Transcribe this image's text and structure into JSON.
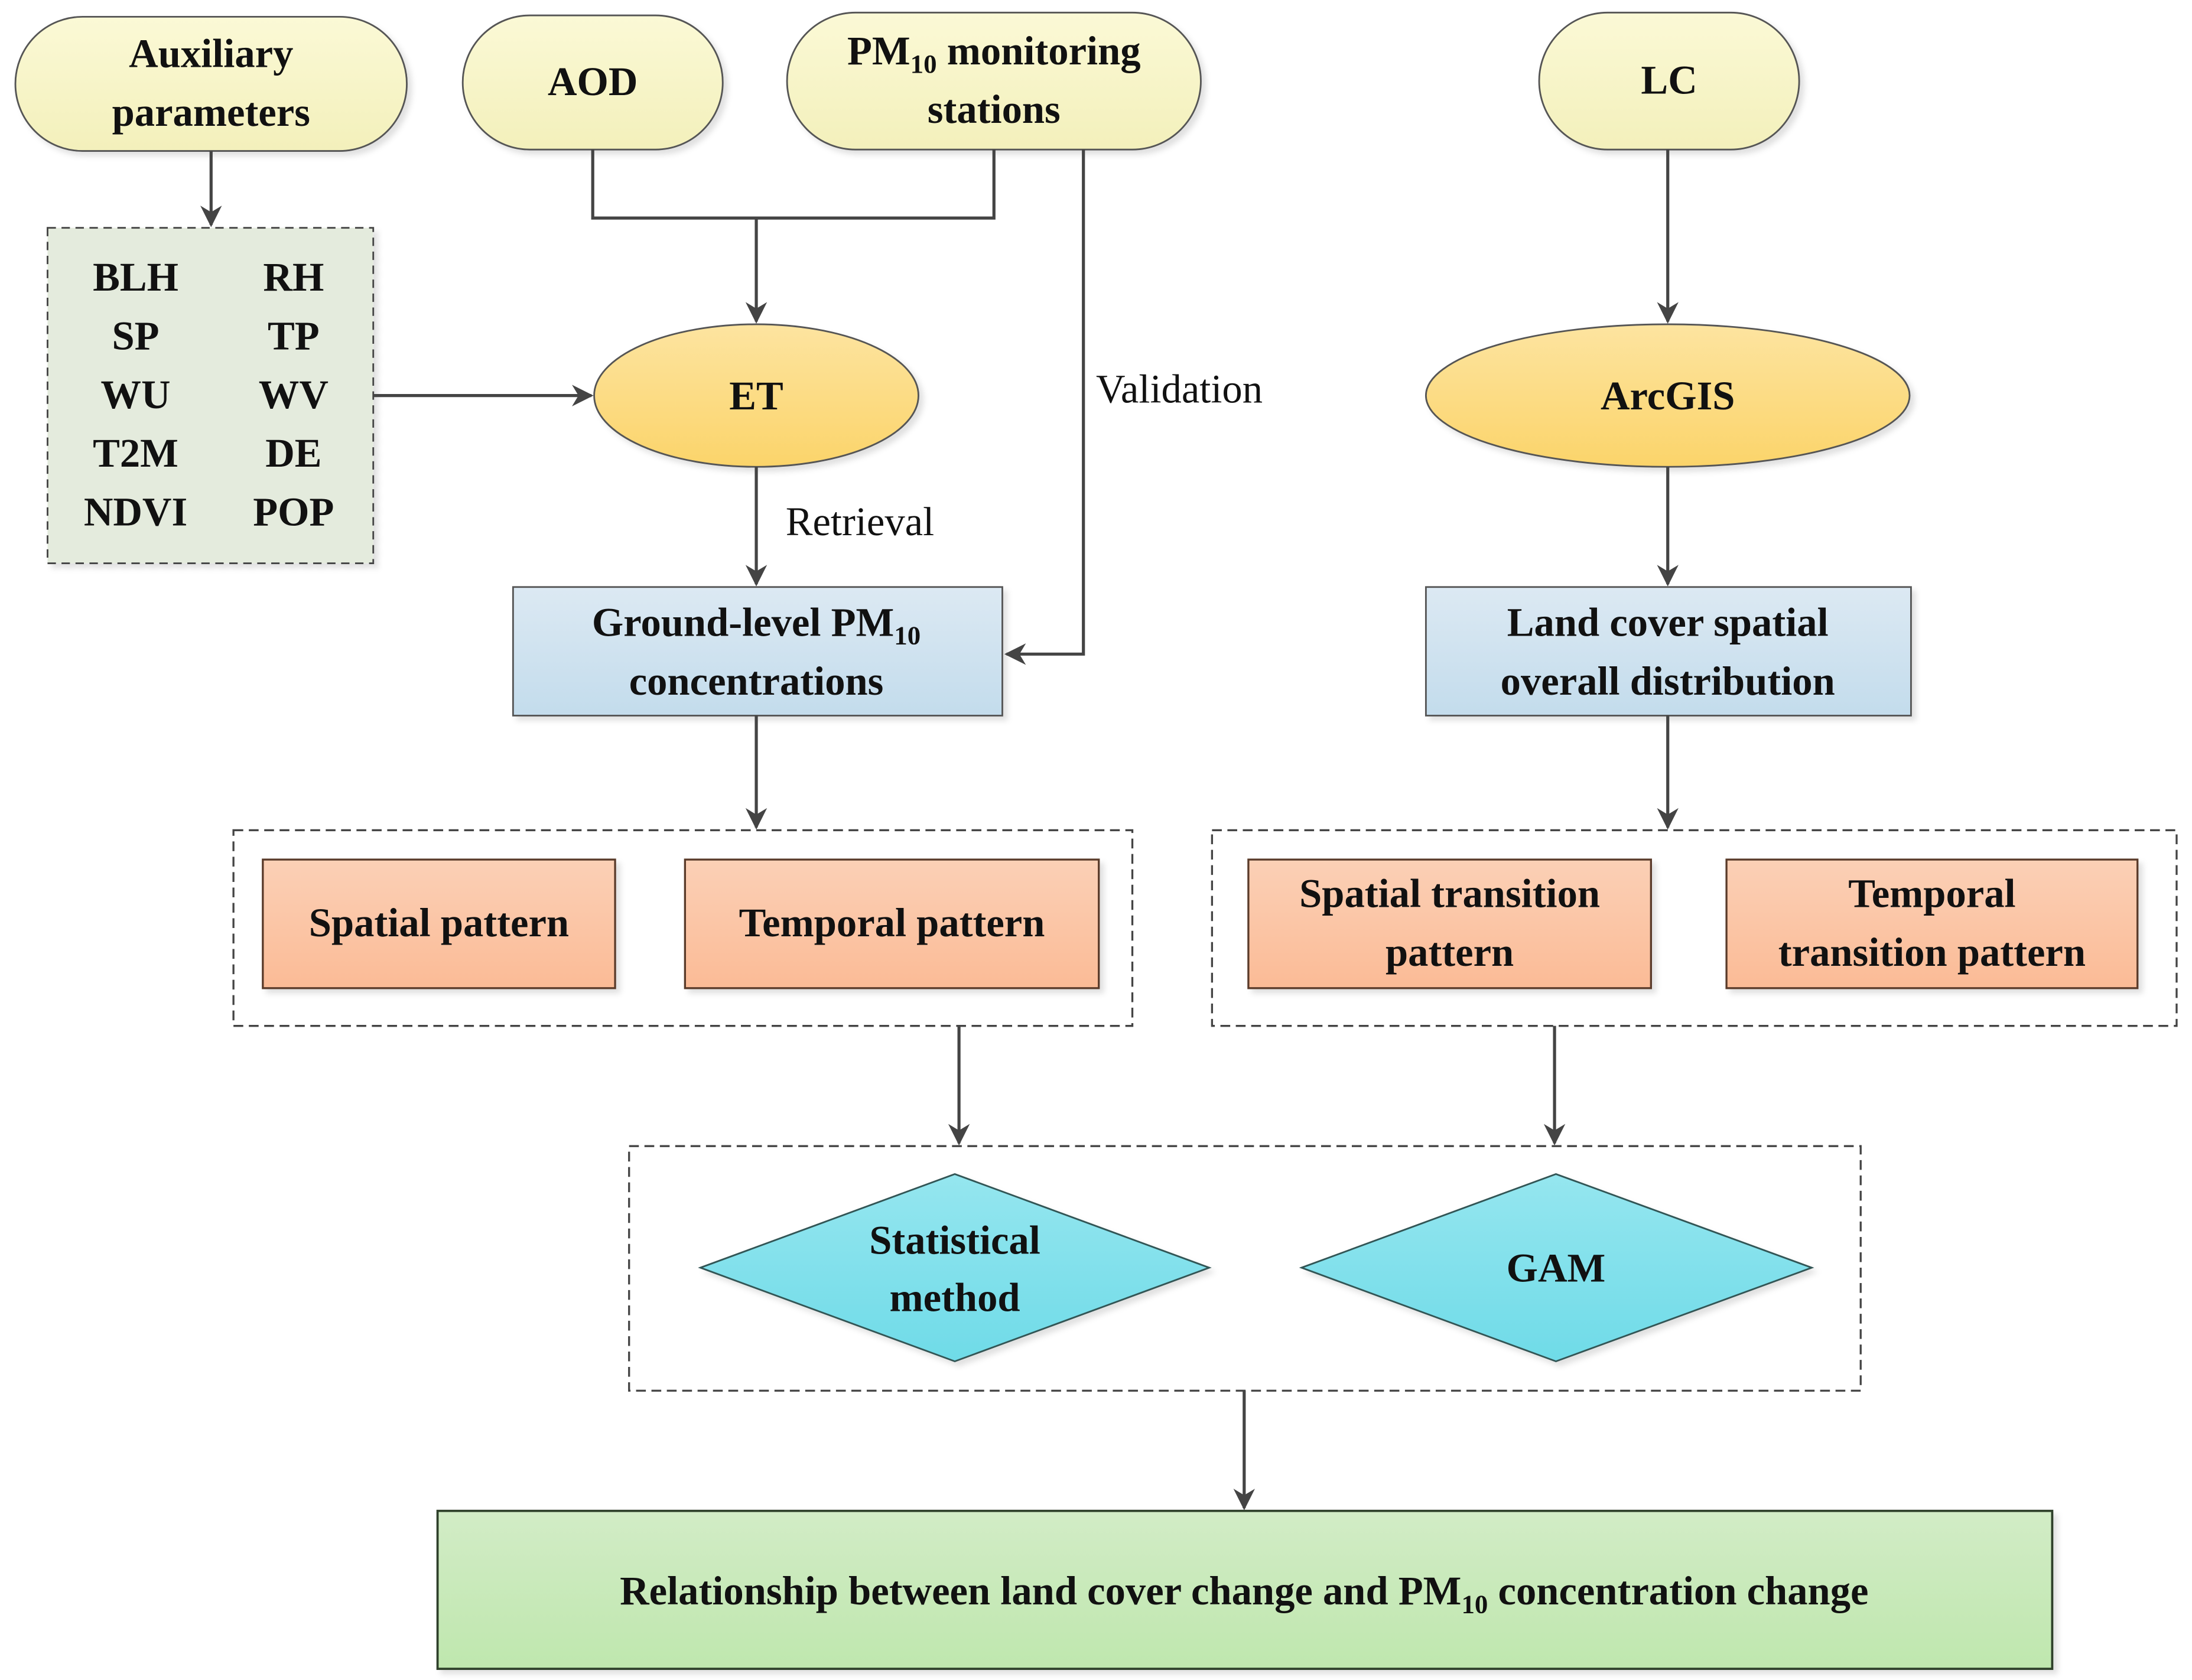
{
  "title": "Research workflow: land cover change and PM10 concentration change",
  "inputs": {
    "auxiliary": {
      "line1": "Auxiliary",
      "line2": "parameters"
    },
    "aod": "AOD",
    "pm10_stations": {
      "line1_main": "PM",
      "line1_sub": "10",
      "line1_rest": " monitoring",
      "line2": "stations"
    },
    "lc": "LC"
  },
  "auxiliary_vars": {
    "left": [
      "BLH",
      "SP",
      "WU",
      "T2M",
      "NDVI"
    ],
    "right": [
      "RH",
      "TP",
      "WV",
      "DE",
      "POP"
    ]
  },
  "processes": {
    "et": "ET",
    "arcgis": "ArcGIS"
  },
  "edge_labels": {
    "retrieval": "Retrieval",
    "validation": "Validation"
  },
  "outputs": {
    "ground_pm10": {
      "line1_main": "Ground-level PM",
      "line1_sub": "10",
      "line2": "concentrations"
    },
    "land_cover": {
      "line1": "Land cover spatial",
      "line2": "overall distribution"
    }
  },
  "patterns": {
    "spatial": "Spatial pattern",
    "temporal": "Temporal pattern",
    "spatial_transition": {
      "line1": "Spatial transition",
      "line2": "pattern"
    },
    "temporal_transition": {
      "line1": "Temporal",
      "line2": "transition pattern"
    }
  },
  "methods": {
    "statistical": {
      "line1": "Statistical",
      "line2": "method"
    },
    "gam": "GAM"
  },
  "result": {
    "pre": "Relationship between land cover change and PM",
    "sub": "10",
    "post": " concentration change"
  },
  "colors": {
    "input_fill": "#f8f6c8",
    "process_fill": "#fbd77a",
    "output_fill": "#cfe3f0",
    "pattern_fill": "#fbc1a0",
    "method_fill": "#7fdfea",
    "result_fill": "#c6eab8",
    "aux_box_fill": "#e6ecdf"
  }
}
